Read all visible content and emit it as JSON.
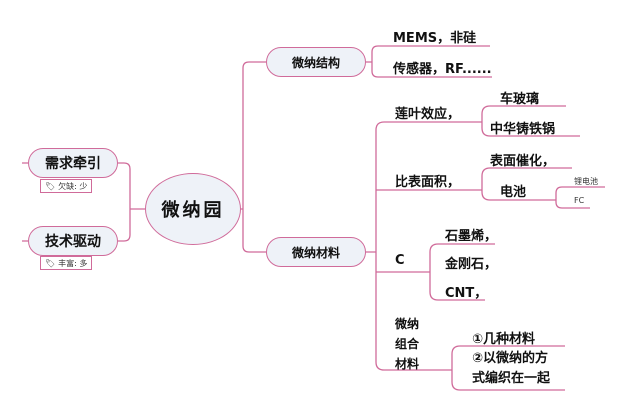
{
  "central": "微纳园",
  "left": [
    {
      "label": "需求牵引",
      "tag": "欠缺: 少"
    },
    {
      "label": "技术驱动",
      "tag": "丰富: 多"
    }
  ],
  "right": [
    {
      "label": "微纳结构",
      "children": [
        "MEMS，非硅",
        "传感器，RF......"
      ]
    },
    {
      "label": "微纳材料",
      "children": [
        {
          "label": "莲叶效应，",
          "children": [
            "车玻璃",
            "中华铸铁锅"
          ]
        },
        {
          "label": "比表面积，",
          "children": [
            "表面催化，",
            {
              "label": "电池",
              "children": [
                "锂电池",
                "FC"
              ]
            }
          ]
        },
        {
          "label": "C",
          "children": [
            "石墨烯，",
            "金刚石，",
            "CNT，"
          ]
        },
        {
          "label_lines": [
            "微纳",
            "组合",
            "材料"
          ],
          "children": [
            "①几种材料",
            [
              "②以微纳的方",
              "式编织在一起"
            ]
          ]
        }
      ]
    }
  ],
  "colors": {
    "line": "#d06b9a",
    "node_fill": "#eef2f8"
  }
}
